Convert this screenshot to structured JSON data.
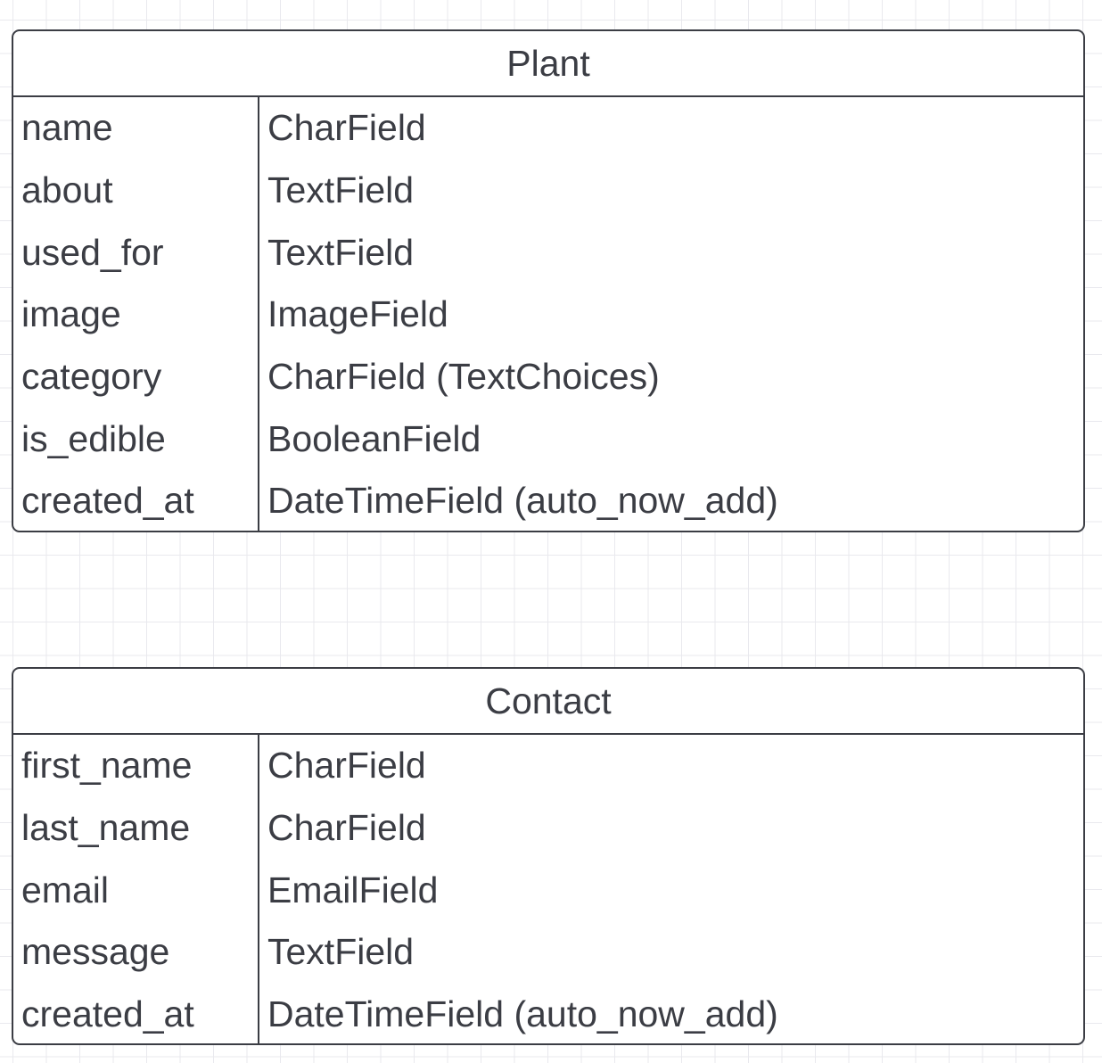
{
  "entities": [
    {
      "title": "Plant",
      "fields": [
        {
          "name": "name",
          "type": "CharField"
        },
        {
          "name": "about",
          "type": "TextField"
        },
        {
          "name": "used_for",
          "type": "TextField"
        },
        {
          "name": "image",
          "type": "ImageField"
        },
        {
          "name": "category",
          "type": "CharField (TextChoices)"
        },
        {
          "name": "is_edible",
          "type": "BooleanField"
        },
        {
          "name": "created_at",
          "type": "DateTimeField (auto_now_add)"
        }
      ]
    },
    {
      "title": "Contact",
      "fields": [
        {
          "name": "first_name",
          "type": "CharField"
        },
        {
          "name": "last_name",
          "type": "CharField"
        },
        {
          "name": "email",
          "type": "EmailField"
        },
        {
          "name": "message",
          "type": "TextField"
        },
        {
          "name": "created_at",
          "type": "DateTimeField (auto_now_add)"
        }
      ]
    }
  ],
  "colors": {
    "border": "#3b3d44",
    "text": "#3b3d44",
    "grid": "#e9e9ee",
    "background": "#ffffff"
  }
}
